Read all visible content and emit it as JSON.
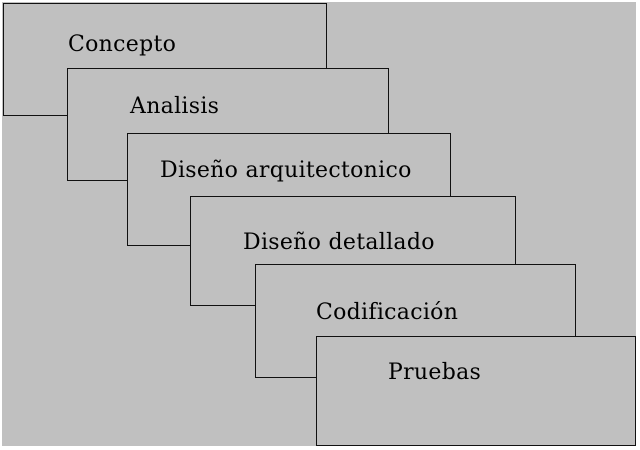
{
  "diagram": {
    "stages": [
      {
        "label": "Concepto"
      },
      {
        "label": "Analisis"
      },
      {
        "label": "Diseño arquitectonico"
      },
      {
        "label": "Diseño detallado"
      },
      {
        "label": "Codificación"
      },
      {
        "label": "Pruebas"
      }
    ]
  },
  "colors": {
    "box_fill": "#c0c0c0",
    "box_border": "#111111",
    "text": "#000000",
    "outer_background": "#ffffff"
  }
}
